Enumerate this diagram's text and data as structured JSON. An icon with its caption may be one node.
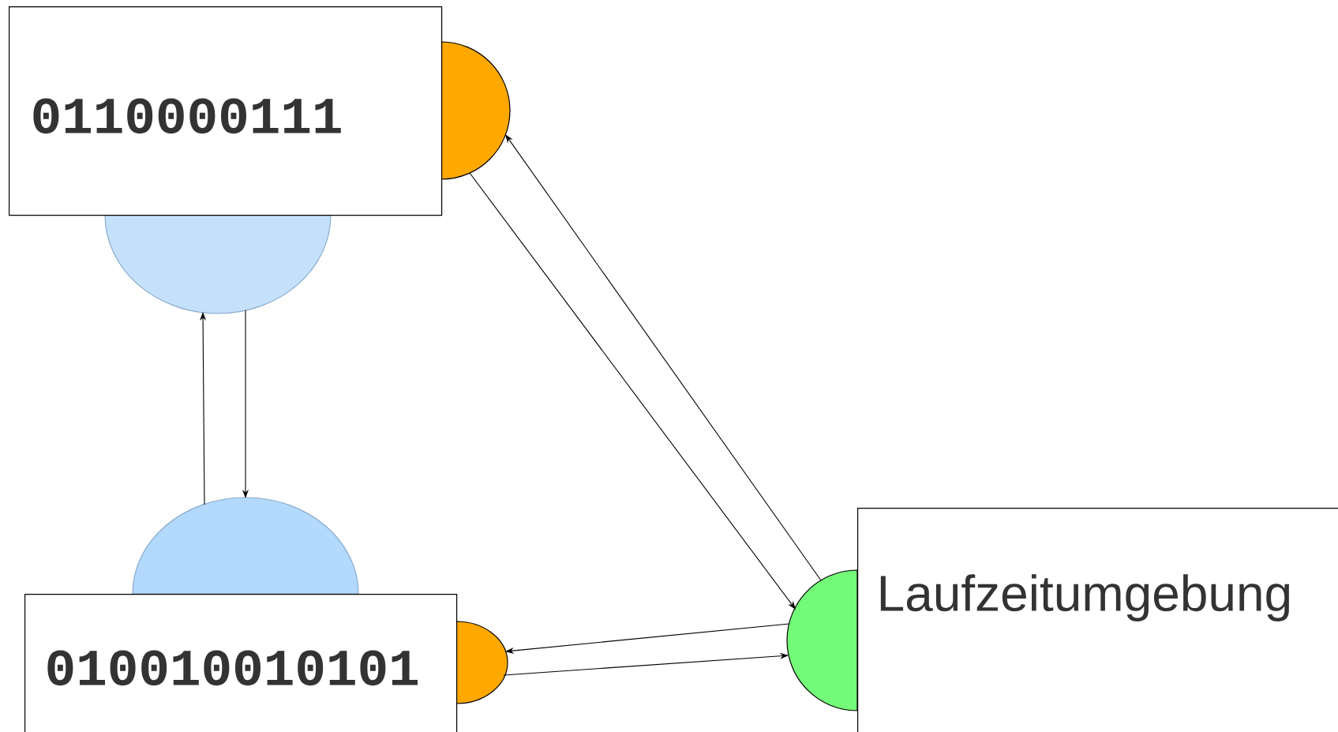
{
  "diagram": {
    "nodes": [
      {
        "text": [
          "0110000111"
        ]
      },
      {
        "text": [],
        "shape": "circle"
      },
      {
        "text": [],
        "shape": "circle"
      },
      {
        "text": [],
        "shape": "circle"
      },
      {
        "text": [
          "010010010101"
        ]
      },
      {
        "text": [],
        "shape": "circle"
      },
      {
        "text": [],
        "shape": "circle"
      },
      {
        "text": [
          "Laufzeitumgebung"
        ]
      }
    ],
    "edges": [
      {
        "from": 6,
        "to": 1,
        "arrow": "to"
      },
      {
        "from": 1,
        "to": 6,
        "arrow": "to"
      },
      {
        "from": 3,
        "to": 2,
        "arrow": "to"
      },
      {
        "from": 2,
        "to": 3,
        "arrow": "to"
      },
      {
        "from": 6,
        "to": 5,
        "arrow": "to"
      },
      {
        "from": 5,
        "to": 6,
        "arrow": "to"
      }
    ]
  }
}
